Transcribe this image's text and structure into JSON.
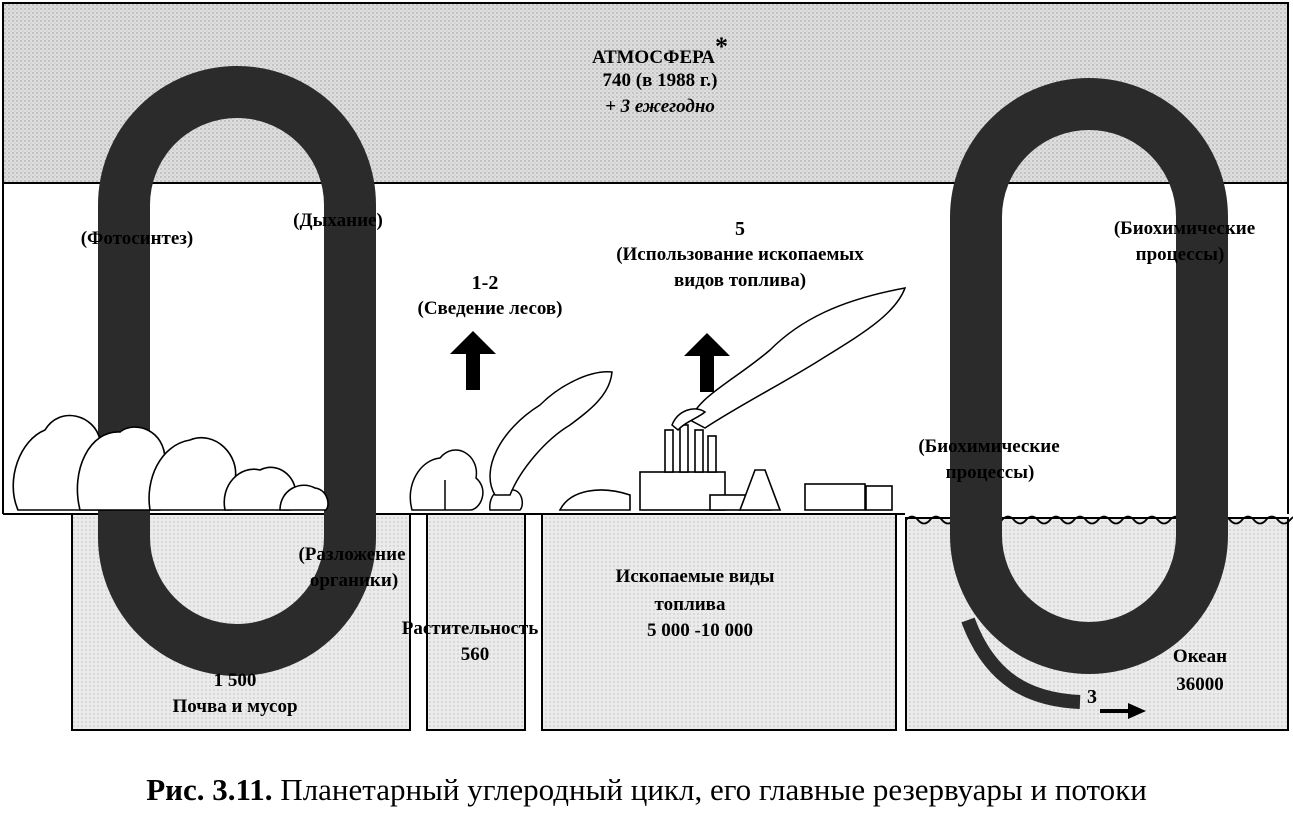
{
  "atmosphere": {
    "title": "АТМОСФЕРА",
    "asterisk": "*",
    "amount": "740 (в 1988 г.)",
    "growth": "+ 3 ежегодно"
  },
  "flows": {
    "photosynthesis": "(Фотосинтез)",
    "respiration": "(Дыхание)",
    "deforestation_value": "1-2",
    "deforestation_label": "(Сведение лесов)",
    "fossil_value": "5",
    "fossil_label_line1": "(Использование ископаемых",
    "fossil_label_line2": "видов топлива)",
    "bio_upper_line1": "(Биохимические",
    "bio_upper_line2": "процессы)",
    "bio_lower_line1": "(Биохимические",
    "bio_lower_line2": "процессы)",
    "decomposition_line1": "(Разложение",
    "decomposition_line2": "органики)",
    "ocean_outflow": "3"
  },
  "reservoirs": {
    "soil_value": "1 500",
    "soil_label": "Почва и мусор",
    "vegetation_label": "Растительность",
    "vegetation_value": "560",
    "fossil_label_line1": "Ископаемые виды",
    "fossil_label_line2": "топлива",
    "fossil_value": "5 000 -10 000",
    "ocean_label": "Океан",
    "ocean_value": "36000"
  },
  "caption": {
    "number": "Рис. 3.11.",
    "text": " Планетарный углеродный цикл, его главные резервуары и потоки"
  },
  "colors": {
    "loop": "#2b2b2b",
    "atmosphere_fill": "#d6d6d6",
    "reservoir_fill": "#e4e4e4"
  }
}
